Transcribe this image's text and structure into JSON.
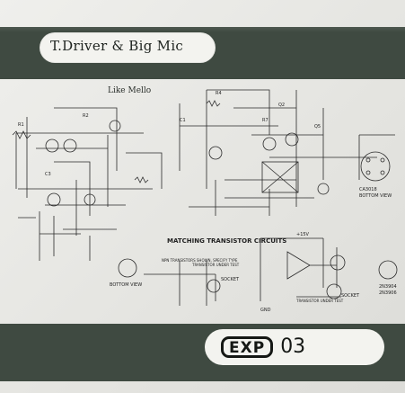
{
  "title": "T.Driver & Big Mic",
  "subtitle": "Like Mello",
  "logo": {
    "mark": "EXP",
    "number": "03"
  },
  "schematic": {
    "heading": "MATCHING TRANSISTOR CIRCUITS",
    "socket_view_left": "BOTTOM VIEW",
    "socket_view_right": "BOTTOM VIEW",
    "part_left": "CA3018",
    "parts_right": [
      "2N3904",
      "2N3906"
    ],
    "socket_label_a": "SOCKET",
    "socket_label_b": "SOCKET",
    "dut_label_a": "TRANSISTOR UNDER TEST",
    "dut_label_b": "TRANSISTOR UNDER TEST",
    "npn_note": "NPN TRANSISTORS SHOWN, SPECIFY TYPE",
    "supply_label": "+15V",
    "ground_label": "GND"
  },
  "colors": {
    "band": "#3f4a41",
    "pill": "#f3f3ef",
    "ink": "#222222"
  }
}
